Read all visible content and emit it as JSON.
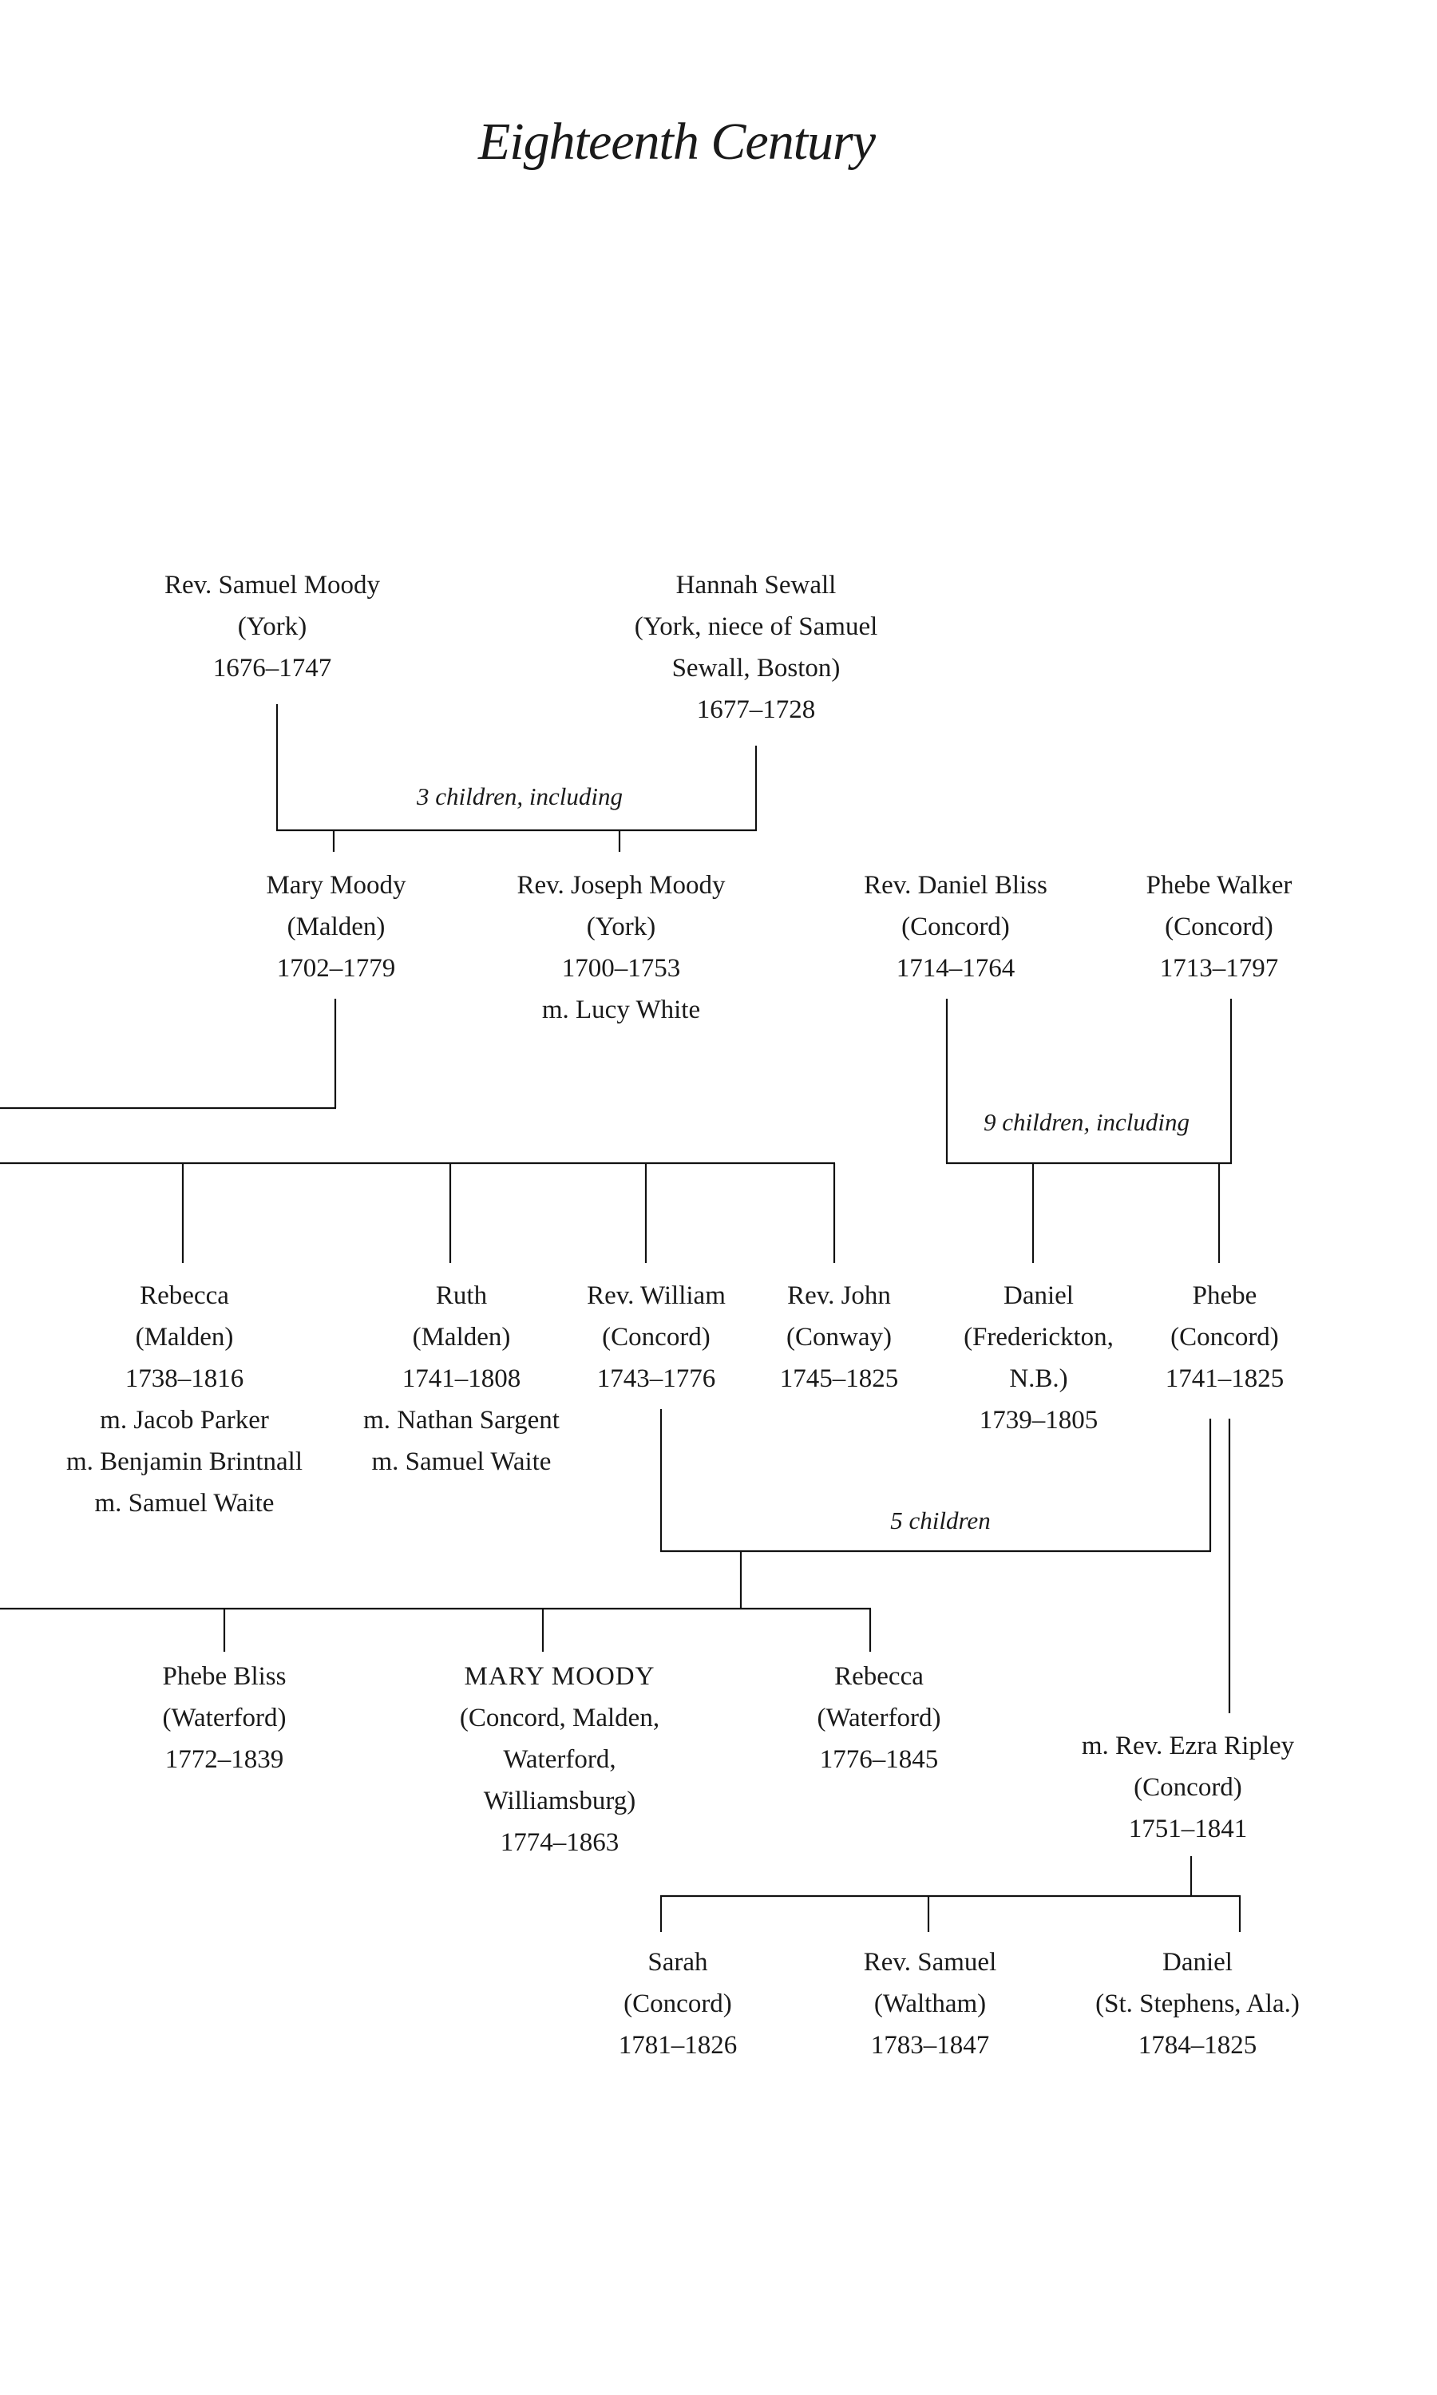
{
  "title": "Eighteenth Century",
  "generations": {
    "gen1": {
      "samuel_moody": [
        "Rev. Samuel Moody",
        "(York)",
        "1676–1747"
      ],
      "hannah_sewall": [
        "Hannah Sewall",
        "(York, niece of Samuel",
        "Sewall, Boston)",
        "1677–1728"
      ],
      "union_label": "3 children, including"
    },
    "gen2": {
      "mary_moody": [
        "Mary Moody",
        "(Malden)",
        "1702–1779"
      ],
      "joseph_moody": [
        "Rev. Joseph Moody",
        "(York)",
        "1700–1753",
        "m. Lucy White"
      ],
      "daniel_bliss": [
        "Rev. Daniel Bliss",
        "(Concord)",
        "1714–1764"
      ],
      "phebe_walker": [
        "Phebe Walker",
        "(Concord)",
        "1713–1797"
      ],
      "bliss_union_label": "9 children, including"
    },
    "gen3": {
      "rebecca": [
        "Rebecca",
        "(Malden)",
        "1738–1816",
        "m. Jacob Parker",
        "m. Benjamin Brintnall",
        "m. Samuel Waite"
      ],
      "ruth": [
        "Ruth",
        "(Malden)",
        "1741–1808",
        "m. Nathan Sargent",
        "m. Samuel Waite"
      ],
      "william": [
        "Rev. William",
        "(Concord)",
        "1743–1776"
      ],
      "john": [
        "Rev. John",
        "(Conway)",
        "1745–1825"
      ],
      "daniel": [
        "Daniel",
        "(Frederickton,",
        "N.B.)",
        "1739–1805"
      ],
      "phebe": [
        "Phebe",
        "(Concord)",
        "1741–1825"
      ],
      "emerson_union_label": "5 children"
    },
    "gen4": {
      "phebe_bliss": [
        "Phebe Bliss",
        "(Waterford)",
        "1772–1839"
      ],
      "mary_moody_emerson": [
        "MARY MOODY",
        "(Concord, Malden,",
        "Waterford,",
        "Williamsburg)",
        "1774–1863"
      ],
      "rebecca_w": [
        "Rebecca",
        "(Waterford)",
        "1776–1845"
      ],
      "ezra_ripley": [
        "m. Rev. Ezra Ripley",
        "(Concord)",
        "1751–1841"
      ]
    },
    "gen5": {
      "sarah": [
        "Sarah",
        "(Concord)",
        "1781–1826"
      ],
      "samuel": [
        "Rev. Samuel",
        "(Waltham)",
        "1783–1847"
      ],
      "daniel_r": [
        "Daniel",
        "(St. Stephens, Ala.)",
        "1784–1825"
      ]
    }
  }
}
